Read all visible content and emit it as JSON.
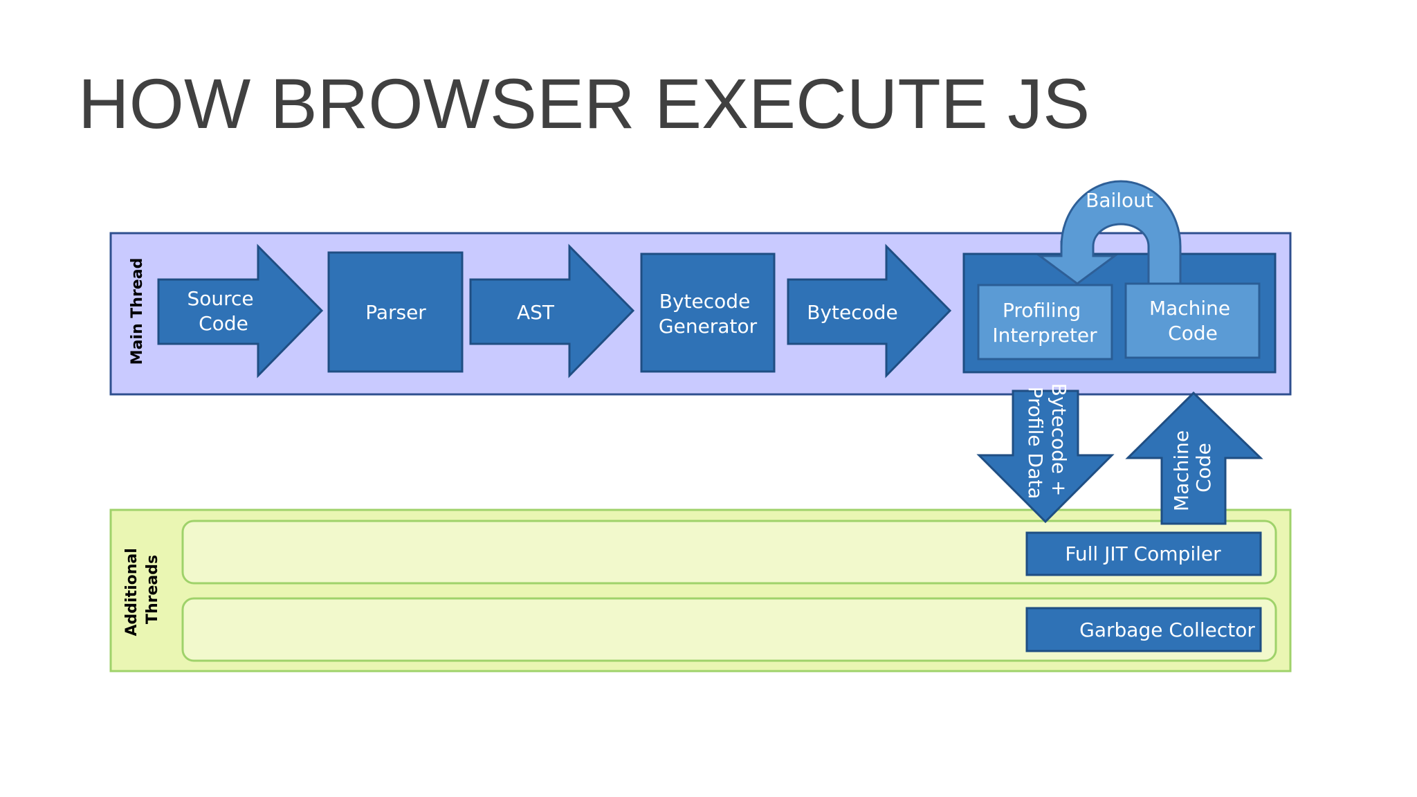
{
  "slide": {
    "title": "HOW BROWSER EXECUTE JS"
  },
  "main_thread": {
    "label": "Main Thread",
    "steps": {
      "source_code": [
        "Source",
        "Code"
      ],
      "parser": "Parser",
      "ast": "AST",
      "bytecode_generator": [
        "Bytecode",
        "Generator"
      ],
      "bytecode": "Bytecode",
      "profiling_interpreter": [
        "Profiling",
        "Interpreter"
      ],
      "machine_code": [
        "Machine",
        "Code"
      ]
    },
    "bailout": "Bailout"
  },
  "transfers": {
    "to_jit": [
      "Bytecode +",
      "Profile Data"
    ],
    "from_jit": [
      "Machine",
      "Code"
    ]
  },
  "additional_threads": {
    "label": [
      "Additional",
      "Threads"
    ],
    "full_jit_compiler": "Full JIT Compiler",
    "garbage_collector": "Garbage Collector"
  },
  "colors": {
    "main_thread_bg": "#c9caff",
    "additional_threads_bg": "#eaf6b3",
    "lane_bg": "#f2f9cc",
    "box_blue": "#2f72b6",
    "light_blue": "#5b9bd5",
    "title_text": "#404040"
  }
}
